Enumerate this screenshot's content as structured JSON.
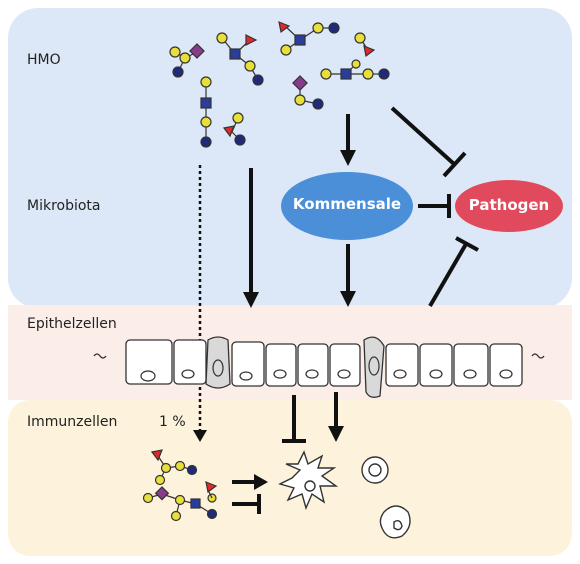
{
  "zones": {
    "hmo": "HMO",
    "microbiota": "Mikrobiota",
    "epithelium": "Epithelzellen",
    "immune": "Immunzellen",
    "immune_percent": "1 %"
  },
  "nodes": {
    "commensals": "Kommensale",
    "pathogens": "Pathogen"
  },
  "colors": {
    "hmo_band": "#dce8f7",
    "epithelium_band": "#fbeee8",
    "immune_band": "#fdf3dc",
    "commensals_fill": "#4a8fd8",
    "pathogens_fill": "#e14a5c",
    "glc_blue": "#1f2a7a",
    "gal_yellow": "#e9df3a",
    "fuc_red": "#e02a2a",
    "sia_purple": "#8a3a8a",
    "glcnac_blue": "#2a3d9a"
  },
  "icons": [
    "monosaccharide-chain-icon",
    "dendritic-cell-icon",
    "round-cell-icon",
    "epithelial-cell-icon"
  ]
}
